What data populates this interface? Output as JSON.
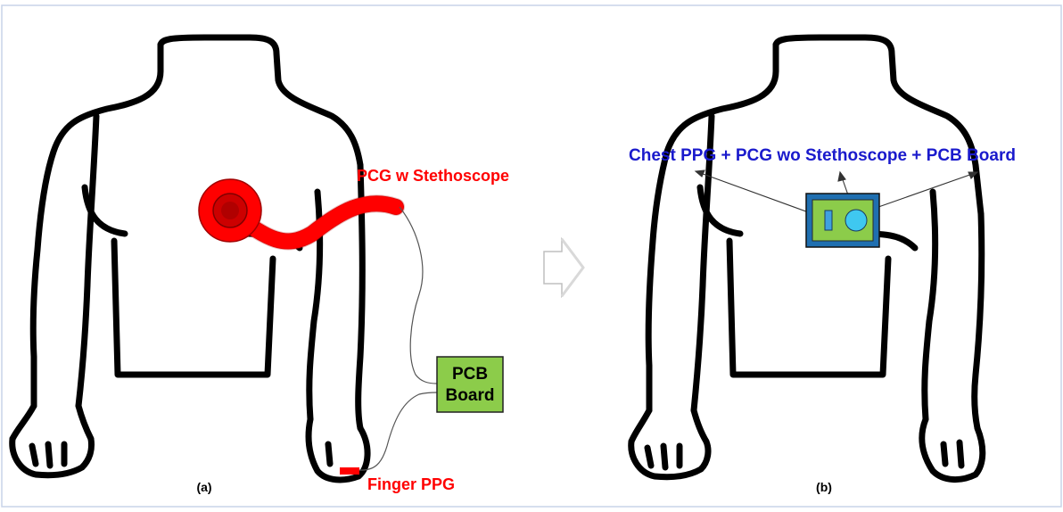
{
  "panel_a": {
    "caption": "(a)",
    "stethoscope_label": "PCG w Stethoscope",
    "pcb_line1": "PCB",
    "pcb_line2": "Board",
    "finger_label": "Finger PPG"
  },
  "panel_b": {
    "caption": "(b)",
    "device_label": "Chest PPG + PCG wo Stethoscope + PCB Board"
  },
  "colors": {
    "red": "#ff0000",
    "dark_red": "#b30000",
    "blue_text": "#1a1acc",
    "board_green": "#8ccc4a",
    "device_blue": "#3fa0e0",
    "border": "#c8d4e8"
  }
}
